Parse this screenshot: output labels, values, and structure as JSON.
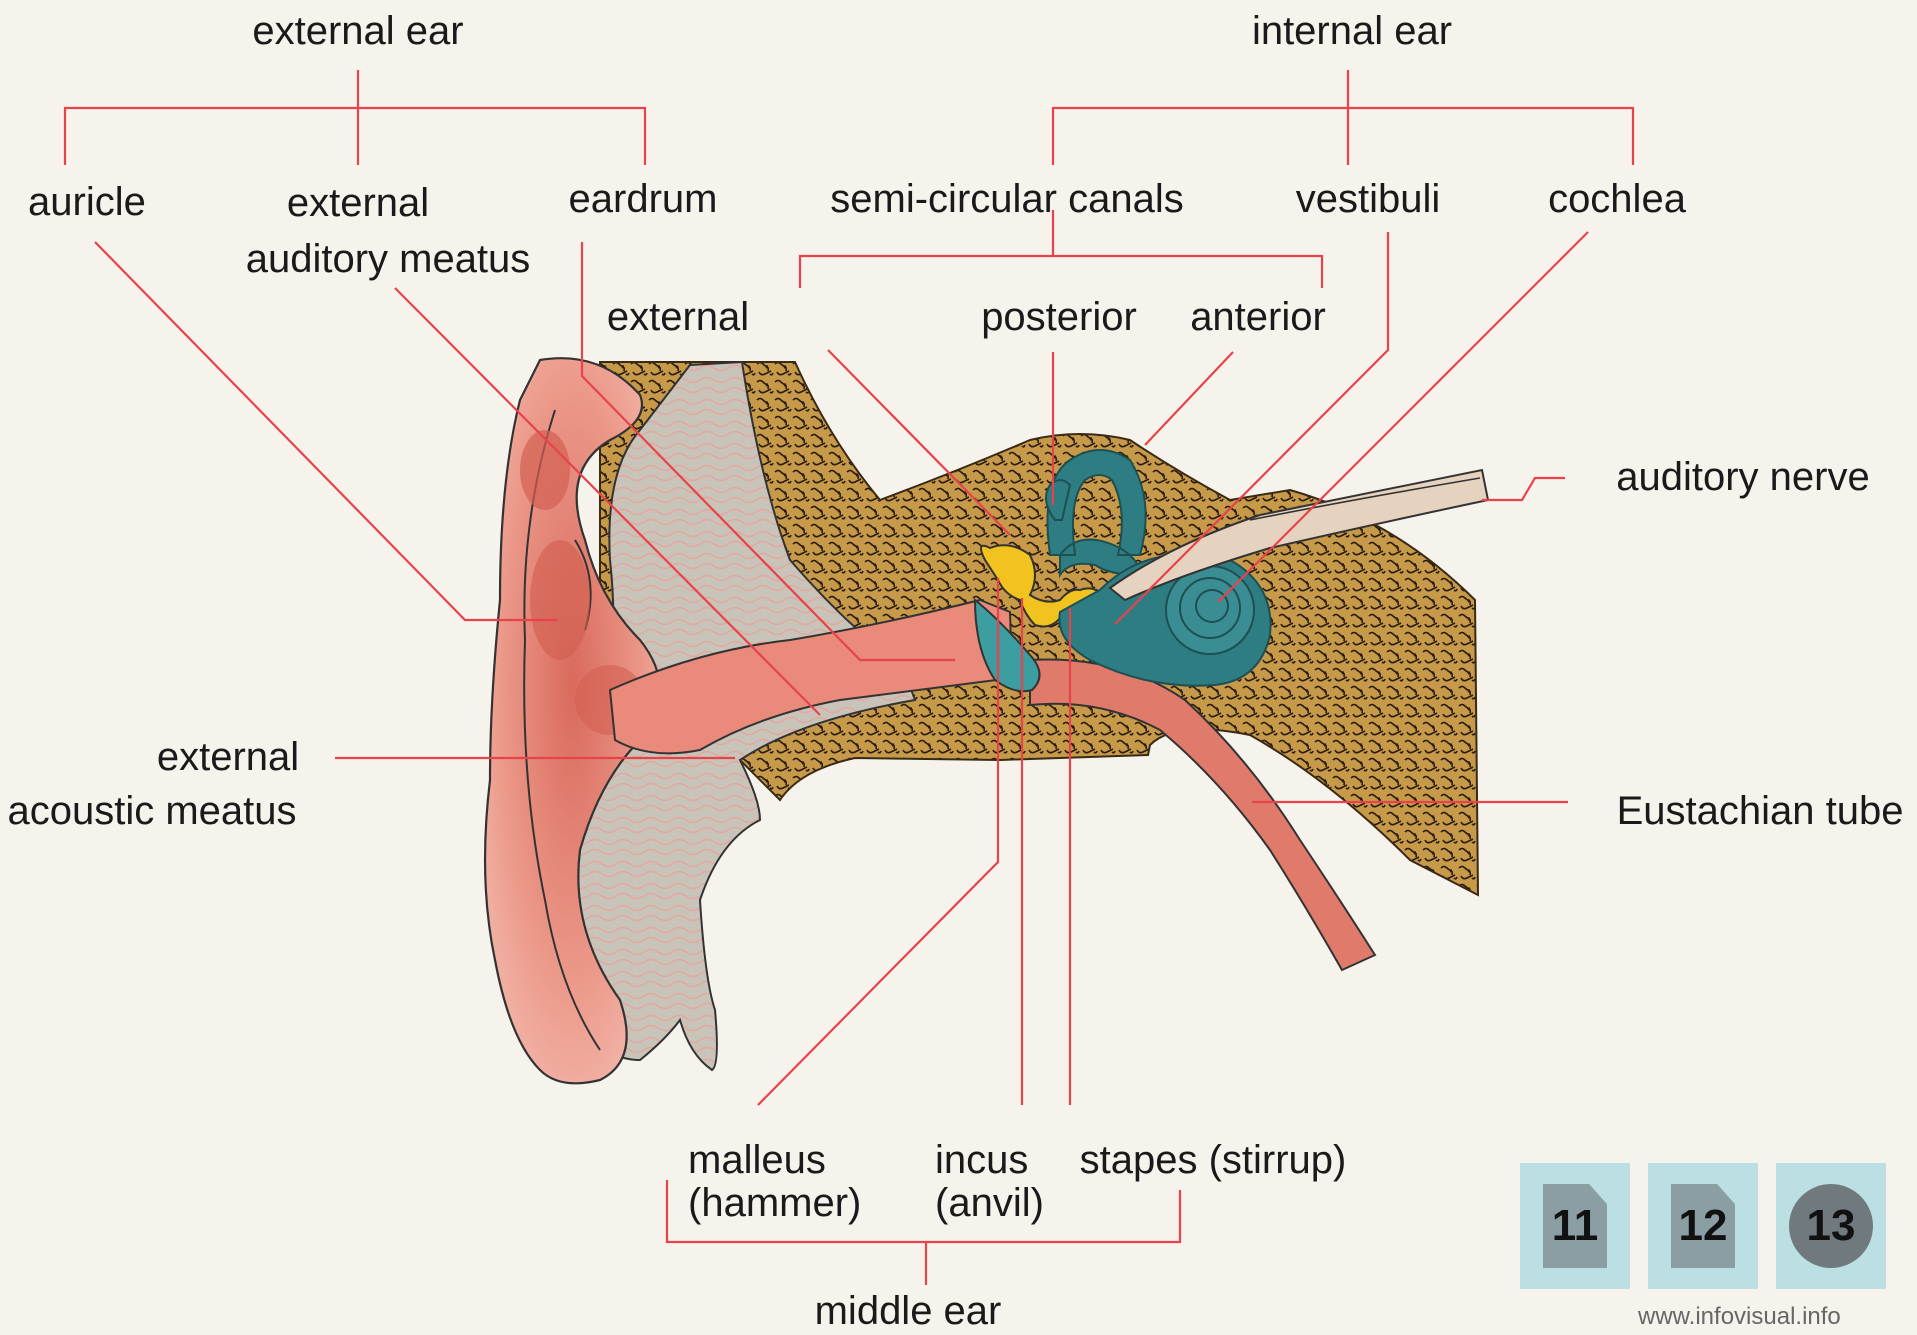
{
  "labels": {
    "external_ear": "external ear",
    "internal_ear": "internal ear",
    "auricle": "auricle",
    "external_auditory_meatus_1": "external",
    "external_auditory_meatus_2": "auditory meatus",
    "eardrum": "eardrum",
    "semi_circular_canals": "semi-circular canals",
    "vestibuli": "vestibuli",
    "cochlea": "cochlea",
    "canal_external": "external",
    "canal_posterior": "posterior",
    "canal_anterior": "anterior",
    "auditory_nerve": "auditory nerve",
    "external_acoustic_meatus_1": "external",
    "external_acoustic_meatus_2": "acoustic meatus",
    "eustachian_tube": "Eustachian tube",
    "malleus_1": "malleus",
    "malleus_2": "(hammer)",
    "incus_1": "incus",
    "incus_2": "(anvil)",
    "stapes": "stapes (stirrup)",
    "middle_ear": "middle ear"
  },
  "nav": {
    "page_11": "11",
    "page_12": "12",
    "page_13": "13"
  },
  "watermark": "www.infovisual.info",
  "colors": {
    "pointer": "#e8434b",
    "skin": "#e9897c",
    "cartilage": "#c8c3b8",
    "bone": "#c79a4a",
    "inner_ear": "#2e7d82",
    "ossicles": "#e9b818",
    "nav_button": "#bcdfe4"
  }
}
